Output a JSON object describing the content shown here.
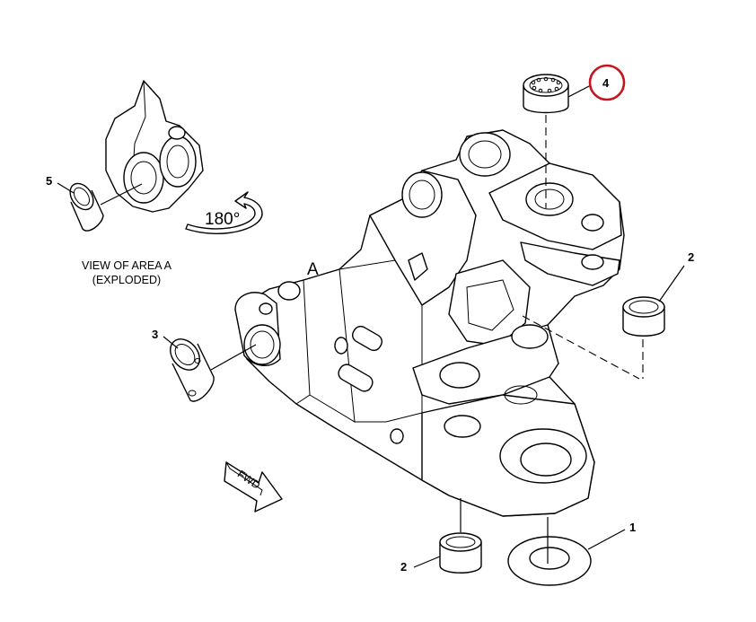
{
  "callouts": {
    "c1": "1",
    "c2_top": "2",
    "c2_bottom": "2",
    "c3": "3",
    "c4": "4",
    "c5": "5"
  },
  "area_label": "A",
  "rotation_label": "180°",
  "view_caption": {
    "line1": "VIEW OF AREA A",
    "line2": "(EXPLODED)"
  },
  "direction_label": "FWD",
  "highlight_color": "#c8141e",
  "line_color": "#000000"
}
